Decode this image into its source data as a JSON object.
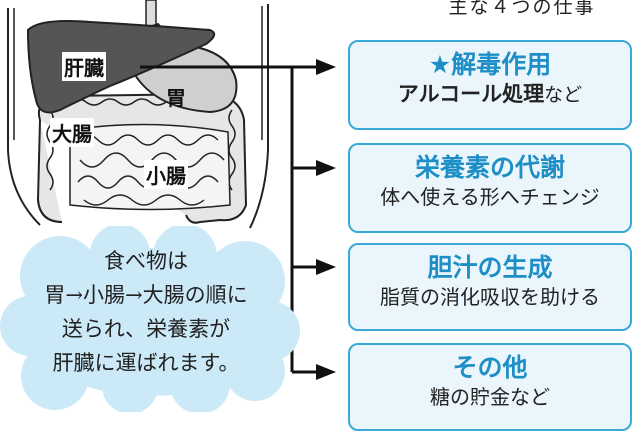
{
  "header": "主な４つの仕事",
  "organs": {
    "liver": "肝臓",
    "stomach": "胃",
    "large_intestine": "大腸",
    "small_intestine": "小腸"
  },
  "functions": [
    {
      "title": "★解毒作用",
      "desc_bold": "アルコール処理",
      "desc": "など"
    },
    {
      "title": "栄養素の代謝",
      "desc": "体へ使える形へチェンジ"
    },
    {
      "title": "胆汁の生成",
      "desc": "脂質の消化吸収を助ける"
    },
    {
      "title": "その他",
      "desc": "糖の貯金など"
    }
  ],
  "cloud": [
    "食べ物は",
    "胃→小腸→大腸の順に",
    "送られ、栄養素が",
    "肝臓に運ばれます。"
  ],
  "colors": {
    "accent": "#1e8fc6",
    "box_border": "#39a9d8",
    "box_fill": "#eaf6fc",
    "cloud_fill": "#cce9f7",
    "liver": "#555555"
  }
}
